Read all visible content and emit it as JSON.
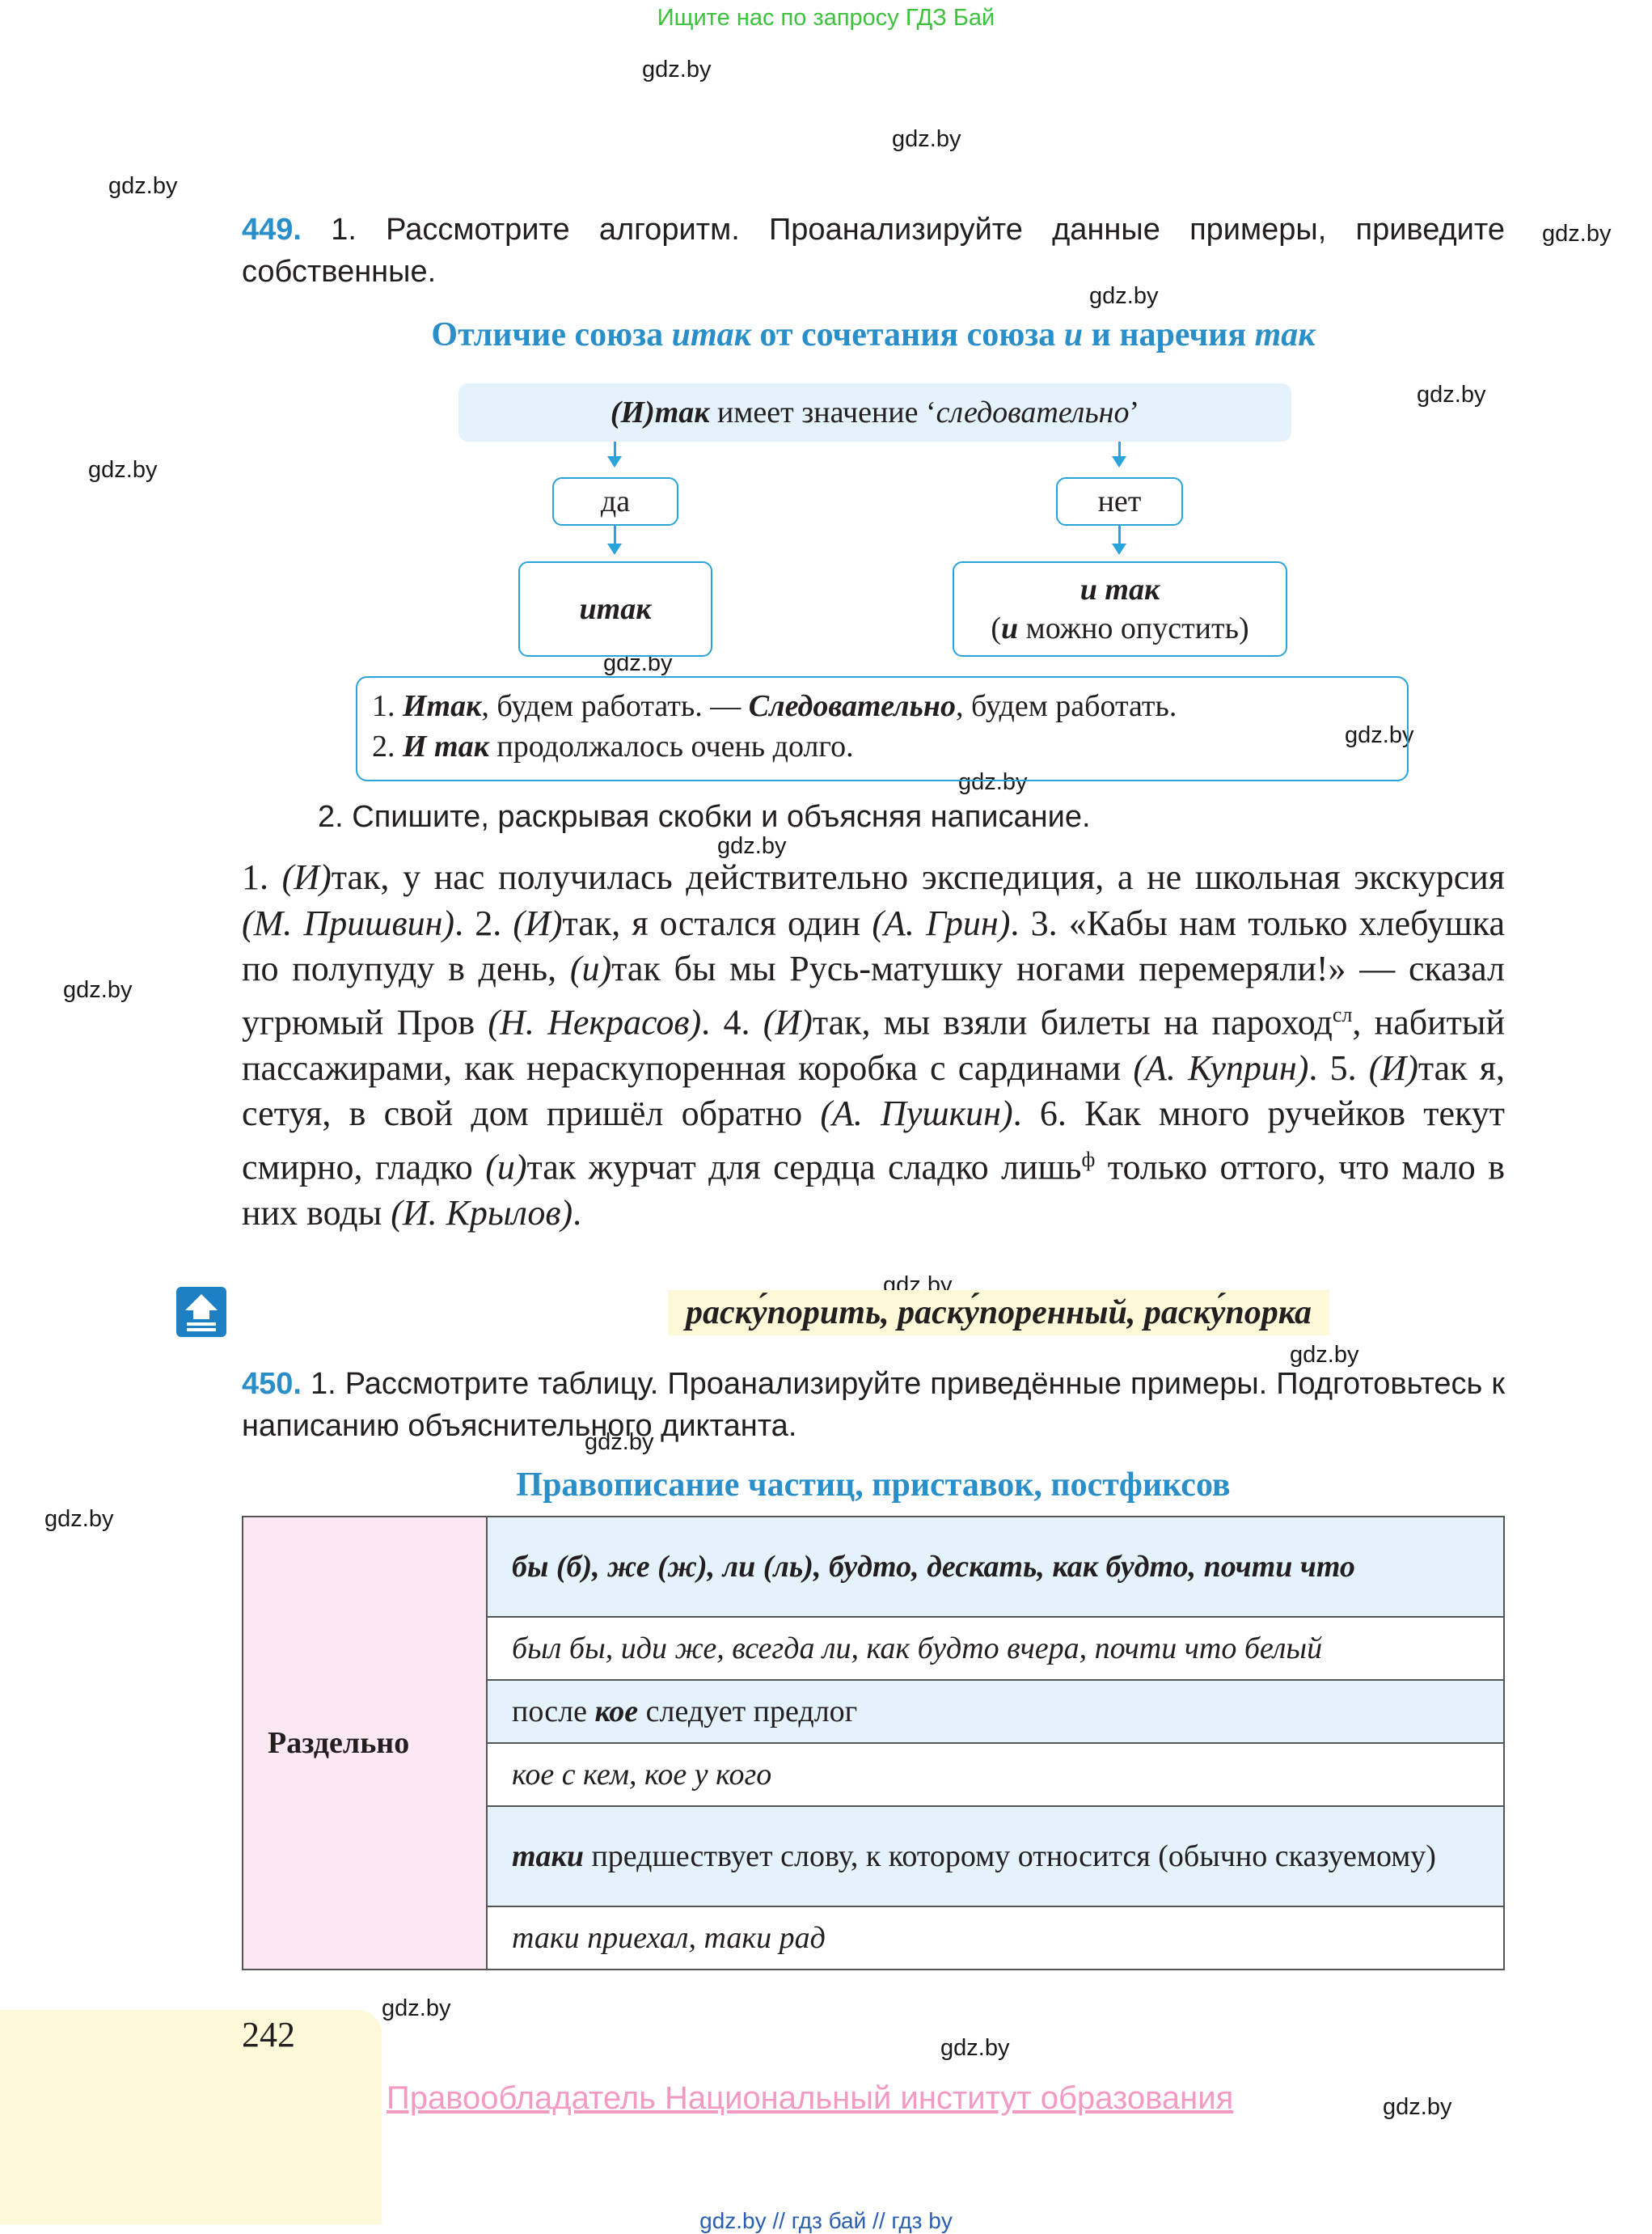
{
  "banner": "Ищите нас по запросу ГДЗ Бай",
  "watermark": "gdz.by",
  "task449": {
    "number": "449.",
    "text": "1. Рассмотрите алгоритм. Проанализируйте данные примеры, приведите собственные.",
    "heading_a": "Отличие союза ",
    "heading_b": "итак",
    "heading_c": " от сочетания союза ",
    "heading_d": "и",
    "heading_e": " и наречия ",
    "heading_f": "так",
    "question_a": "(И)так",
    "question_b": " имеет значение ‘",
    "question_c": "следовательно",
    "question_d": "’",
    "yes": "да",
    "no": "нет",
    "yes_result": "итак",
    "no_result_a": "и так",
    "no_result_b": "(",
    "no_result_c": "и",
    "no_result_d": " можно опустить)",
    "ex1_a": "1. ",
    "ex1_b": "Итак",
    "ex1_c": ", будем работать. — ",
    "ex1_d": "Следовательно",
    "ex1_e": ", будем работать.",
    "ex2_a": "2. ",
    "ex2_b": "И так",
    "ex2_c": " продолжалось очень долго.",
    "part2": "2. Спишите, раскрывая скобки и объясняя написание."
  },
  "exercise": [
    {
      "t": "1. "
    },
    {
      "i": "(И)"
    },
    {
      "t": "так, у нас получилась действительно экспедиция, а не школьная экскурсия "
    },
    {
      "i": "(М. Пришвин)"
    },
    {
      "t": ". 2. "
    },
    {
      "i": "(И)"
    },
    {
      "t": "так, я остался один "
    },
    {
      "i": "(А. Грин)"
    },
    {
      "t": ". 3. «Кабы нам только хлебушка по полупуду в день, "
    },
    {
      "i": "(и)"
    },
    {
      "t": "так бы мы Русь-матушку ногами перемеряли!» — сказал угрюмый Пров "
    },
    {
      "i": "(Н. Некрасов)"
    },
    {
      "t": ". 4. "
    },
    {
      "i": "(И)"
    },
    {
      "t": "так, мы взяли билеты на пароход"
    },
    {
      "s": "сл"
    },
    {
      "t": ", набитый пассажирами, как нераскупоренная коробка с сардинами "
    },
    {
      "i": "(А. Куприн)"
    },
    {
      "t": ". 5. "
    },
    {
      "i": "(И)"
    },
    {
      "t": "так я, сетуя, в свой дом пришёл обратно "
    },
    {
      "i": "(А. Пушкин)"
    },
    {
      "t": ". 6. Как много ручейков текут смирно, гладко "
    },
    {
      "i": "(и)"
    },
    {
      "t": "так журчат для сердца сладко лишь"
    },
    {
      "s": "ф"
    },
    {
      "t": " только оттого, что мало в них воды "
    },
    {
      "i": "(И. Крылов)"
    },
    {
      "t": "."
    }
  ],
  "vocab": "раску́порить, раску́поренный, раску́порка",
  "task450": {
    "number": "450.",
    "text": "1. Рассмотрите таблицу. Проанализируйте приведённые примеры. Подготовьтесь к написанию объяснительного диктанта.",
    "heading": "Правописание частиц, приставок, постфиксов",
    "label": "Раздельно",
    "row1": "бы (б), же (ж), ли (ль), будто, дескать, как будто, почти что",
    "row2": "был бы, иди же, всегда ли, как будто вчера, почти что белый",
    "row3_a": "после ",
    "row3_b": "кое",
    "row3_c": " следует предлог",
    "row4": "кое с кем, кое у кого",
    "row5_a": "таки",
    "row5_b": " предшествует слову, к которому относится (обычно сказуемому)",
    "row6": "таки приехал, таки рад"
  },
  "page_number": "242",
  "copyright": "Правообладатель Национальный институт образования",
  "footer": "gdz.by  //  гдз бай  //  гдз by"
}
